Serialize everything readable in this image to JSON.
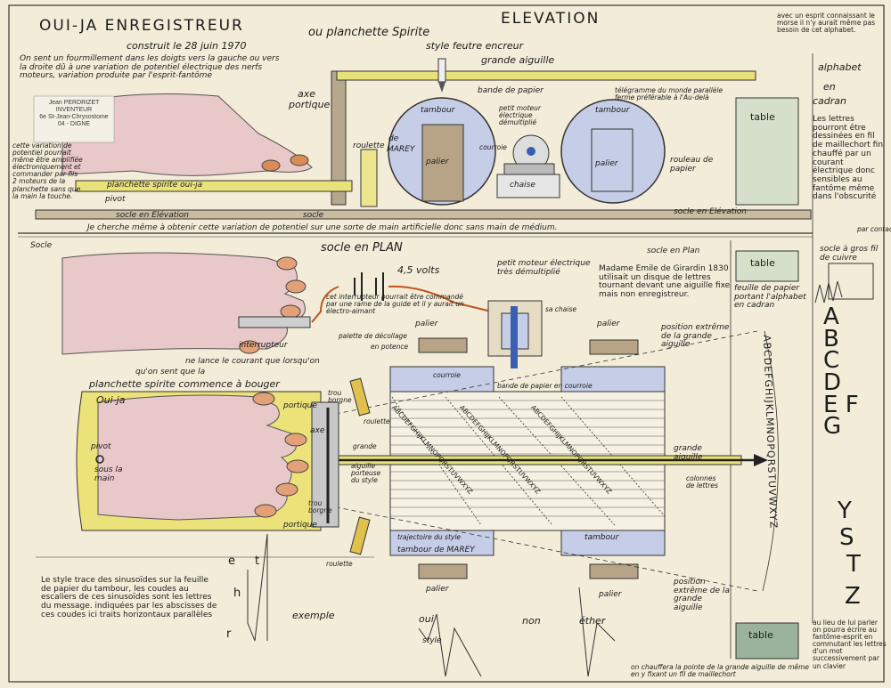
{
  "drawing": {
    "title": "OUI-JA ENREGISTREUR",
    "subtitle": "ou planchette Spirite",
    "date_line": "construit le 28 juin 1970",
    "intro": "On sent un fourmillement dans les doigts vers la gauche ou vers la droite dû à une variation de potentiel électrique des nerfs moteurs, variation produite par l'esprit-fantôme",
    "stamp": [
      "Jean PERDRIZET",
      "INVENTEUR",
      "6e St-Jean-Chrysostome",
      "04 - DIGNE"
    ],
    "left_note": "cette variation de potentiel pourrait même être amplifiée électroniquement et commander par fils 2 moteurs de la planchette sans que la main la touche.",
    "variation_note": "Je cherche même à obtenir cette variation de potentiel sur une sorte de main artificielle donc sans main de médium.",
    "elevation": {
      "heading": "ELEVATION",
      "style_feutre": "style feutre encreur",
      "grande_aiguille": "grande aiguille",
      "axe_portique": [
        "axe",
        "portique"
      ],
      "bande_de_papier": "bande de papier",
      "telegramme": "télégramme du monde parallèle ferme préférable à l'Au-delà",
      "tambour_left": [
        "tambour",
        "de",
        "MAREY"
      ],
      "palier_left": "palier",
      "petit_moteur": "petit moteur électrique démultiplié",
      "courroie": "courroie",
      "chaise": "chaise",
      "tambour_right": "tambour",
      "palier_right": "palier",
      "rouleau": "rouleau de papier",
      "table": "table",
      "roulette": "roulette",
      "planchette": "planchette spirite oui-ja",
      "pivot": "pivot",
      "socle": "socle",
      "socle_elevation_left": "socle en Elévation",
      "socle_elevation_right": "socle en Elévation"
    },
    "plan": {
      "socle": "Socle",
      "heading": "socle en PLAN",
      "socle_en_plan": "socle en Plan",
      "table": "table",
      "volts": "4,5 volts",
      "interrupteur_note": "cet interrupteur pourrait être commandé par une rame de la guide et il y aurait un électro-aimant",
      "palette": "palette de décollage",
      "potence": "en potence",
      "interrupteur": "interrupteur",
      "lance": "ne lance le courant que lorsqu'on",
      "quon_sent": "qu'on sent que la",
      "planchette_bouger": "planchette spirite commence à bouger",
      "petit_moteur": "petit moteur électrique très démultiplié",
      "sa_chaise": "sa chaise",
      "palier_1": "palier",
      "palier_2": "palier",
      "madame": "Madame Emile de Girardin 1830 utilisait un disque de lettres tournant devant une aiguille fixe mais non enregistreur.",
      "position_top": "position extrême de la grande aiguille",
      "feuille": "feuille de papier portant l'alphabet en cadran",
      "ouija": "Oui-ja",
      "portique": "portique",
      "pivot": "pivot",
      "sous_la_main": "sous la main",
      "trou_borgne_top": "trou borgne",
      "trou_borgne_bottom": "trou borgne",
      "axe": "axe",
      "roulette_1": "roulette",
      "roulette_2": "roulette",
      "grande": "grande",
      "aiguille_porteuse": "aiguille porteuse du style",
      "portique_bottom": "portique",
      "courroie": "courroie",
      "bande_courroie": "bande de papier en courroie",
      "grande_aiguille_right": "grande aiguille",
      "colonnes": "colonnes de lettres",
      "trajectoire": "trajectoire du style",
      "tambour_de_marey": "tambour de MAREY",
      "tambour": "tambour",
      "palier_3": "palier",
      "palier_4": "palier",
      "position_bottom": "position extrême de la grande aiguille",
      "alphabet_row": "ABCDEFGHIJKLMNOPQRSTUVWXYZ",
      "cadran_letters": "ABCDEFGHIJKLMNOPQRSTUVWXYZ"
    },
    "right_column": {
      "note": "avec un esprit connaissant le morse il n'y aurait même pas besoin de cet alphabet.",
      "alphabet_cadran": [
        "alphabet",
        "en",
        "cadran"
      ],
      "lettres": "Les lettres pourront être dessinées en fil de maillechort fin chauffé par un courant électrique donc sensibles au fantôme même dans l'obscurité",
      "par_contact": "par contact",
      "socle_gros_fil": "socle à gros fil de cuivre",
      "big_letters": [
        "A",
        "B",
        "C",
        "D",
        "E",
        "F",
        "G",
        "Y",
        "S",
        "T",
        "Z"
      ],
      "au_lieu": "au lieu de lui parler on pourra écrire au fantôme-esprit en commutant les lettres d'un mot successivement par un clavier",
      "table": "table"
    },
    "bottom": {
      "sinusoides": "Le style trace des sinusoïdes sur la feuille de papier du tambour, les coudes au escaliers de ces sinusoïdes sont les lettres du message. indiquées par les abscisses de ces coudes ici traits horizontaux parallèles",
      "exemple": "exemple",
      "oui": "oui",
      "non": "non",
      "ether": "éther",
      "style": "style",
      "palier": "palier",
      "palier_2": "palier",
      "letters_e": "e",
      "letters_h": "h",
      "letters_t": "t",
      "letters_r": "r",
      "chauffera": "on chauffera la pointe de la grande aiguille de même en y fixant un fil de maillechort"
    }
  }
}
